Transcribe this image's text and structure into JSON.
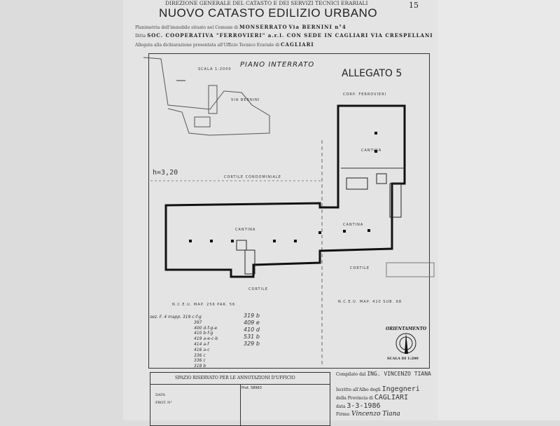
{
  "header": {
    "agency": "DIREZIONE GENERALE DEL CATASTO E DEI SERVIZI TECNICI ERARIALI",
    "title": "NUOVO CATASTO EDILIZIO URBANO",
    "page_number": "15",
    "line1_label": "Planimetria dell'immobile situato nel Comune di",
    "comune": "MONSERRATO",
    "via": "Via BERNINI n°4",
    "line2_label": "Ditta",
    "ditta": "SOC. COOPERATIVA \"FERROVIERI\" a.r.l. CON SEDE IN CAGLIARI VIA CRESPELLANI",
    "line3_label": "Allegata alla dichiarazione presentata all'Ufficio Tecnico Erariale di",
    "ufficio": "CAGLIARI"
  },
  "plan": {
    "floor": "PIANO INTERRATO",
    "attachment": "ALLEGATO 5",
    "inset_scale": "SCALA 1:2000",
    "inset_street": "VIA BERNINI",
    "height_note": "h=3,20",
    "labels": {
      "cantina": "CANTINA",
      "cortile_condominiale": "CORTILE CONDOMINIALE",
      "cortile": "CORTILE",
      "corp": "CORP. FERROVIERI",
      "map_left": "N.C.E.U. MAP. 256 PAR. 56",
      "map_right": "N.C.E.U. MAP. 410 SUB. 68"
    },
    "parcels_col1": [
      "sez. F. 4 mapp. 319 c-f-g",
      "397",
      "400 d-f-g-e",
      "410 b-f-g",
      "419 a-e-c-b",
      "414 a-f",
      "416 a-c",
      "336 c",
      "336 c",
      "318 b"
    ],
    "parcels_col2": [
      "319 b",
      "409 e",
      "410 d",
      "531 b",
      "329 b"
    ],
    "orientation": "ORIENTAMENTO",
    "scale": "SCALA DI 1:200"
  },
  "footer": {
    "office_space": "SPAZIO RISERVATO PER LE ANNOTAZIONI D'UFFICIO",
    "data_label": "DATA",
    "prot_label": "PROT. N°",
    "prot_note": "Prot. 58963",
    "compilato_label": "Compilato dal",
    "compilato_by": "ING. VINCENZO TIANA",
    "iscritto_label": "Iscritto all'Albo degli",
    "albo": "Ingegneri",
    "provincia_label": "della Provincia di",
    "provincia": "CAGLIARI",
    "data_compilazione_label": "data",
    "data_compilazione": "3-3-1986",
    "firma_label": "Firma:",
    "firma": "Vincenzo Tiana"
  }
}
